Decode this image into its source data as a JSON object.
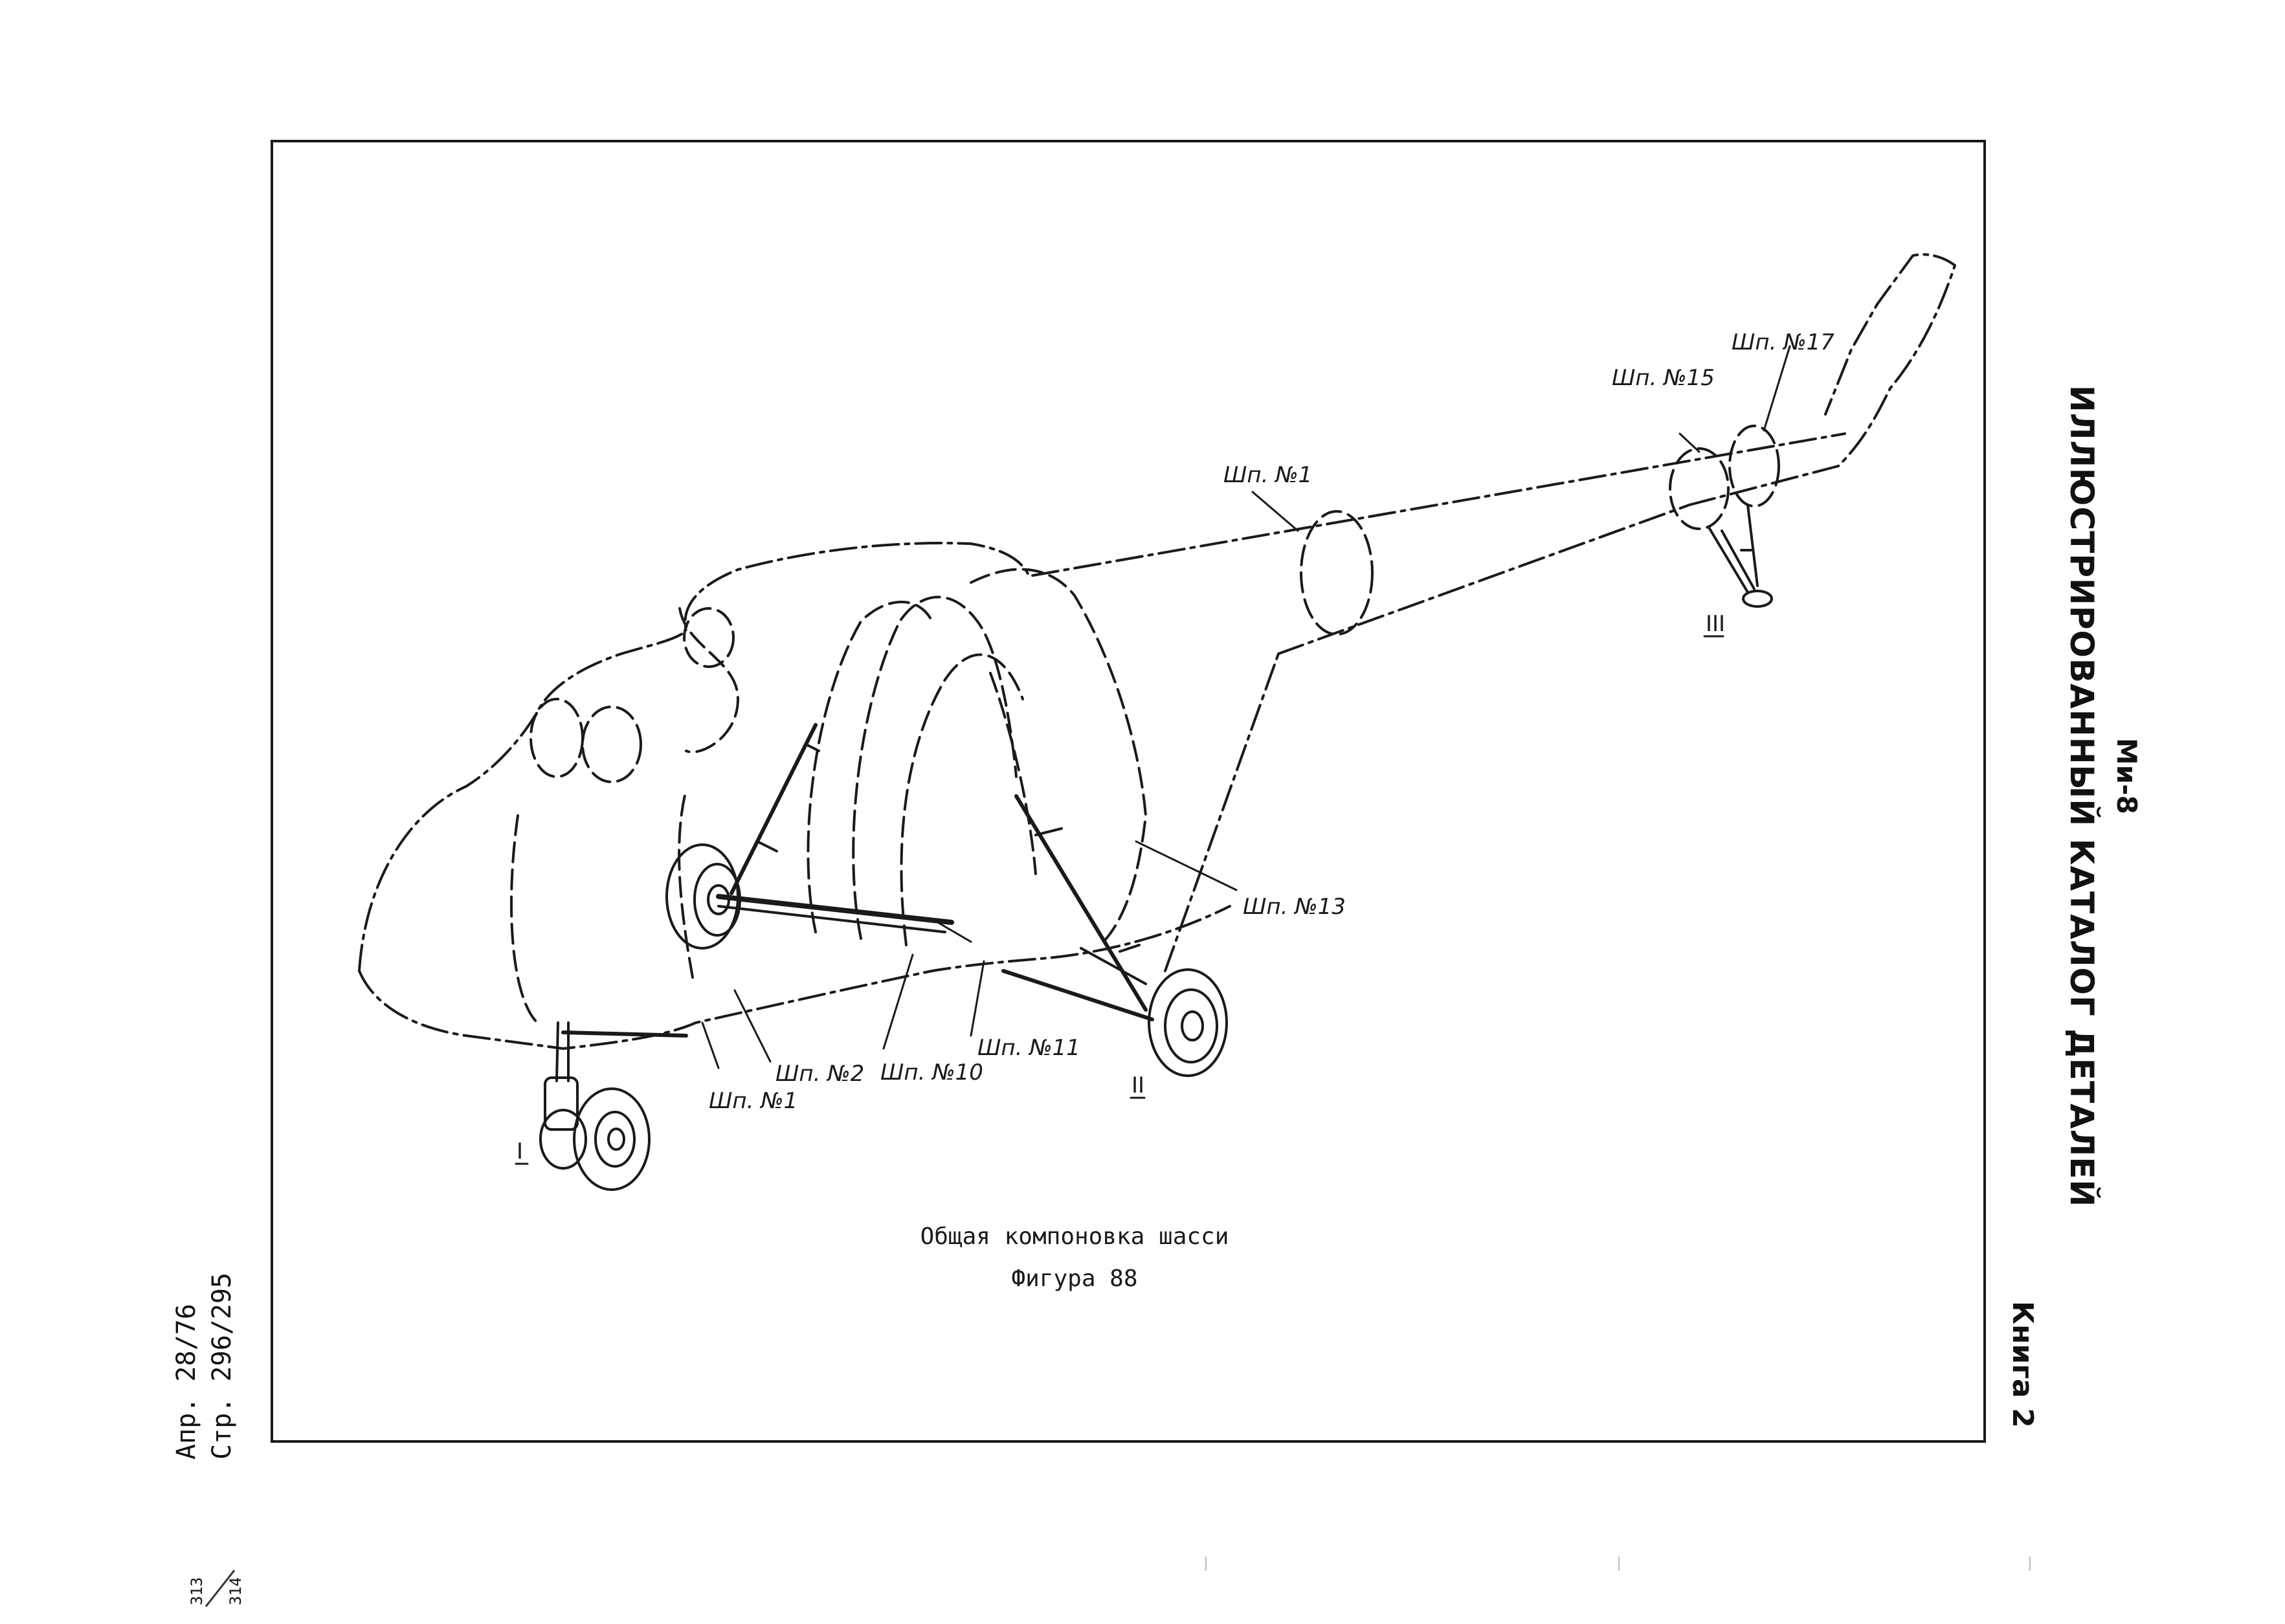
{
  "header": {
    "model": "Ми-8",
    "title": "ИЛЛЮСТРИРОВАННЫЙ КАТАЛОГ ДЕТАЛЕЙ",
    "book": "Книга 2"
  },
  "figure": {
    "caption": "Общая компоновка шасси",
    "number": "Фигура 88"
  },
  "footer": {
    "page": "Стр. 296/295",
    "date": "Апр. 28/76",
    "sheet_top": "314",
    "sheet_bottom": "313"
  },
  "callouts": {
    "frame1_tail": "Шп. №1",
    "frame15": "Шп. №15",
    "frame17": "Шп. №17",
    "frame13": "Шп. №13",
    "frame1": "Шп. №1",
    "frame2": "Шп. №2",
    "frame10": "Шп. №10",
    "frame11": "Шп. №11"
  },
  "gear_labels": {
    "nose": "I",
    "main": "II",
    "tail": "III"
  }
}
